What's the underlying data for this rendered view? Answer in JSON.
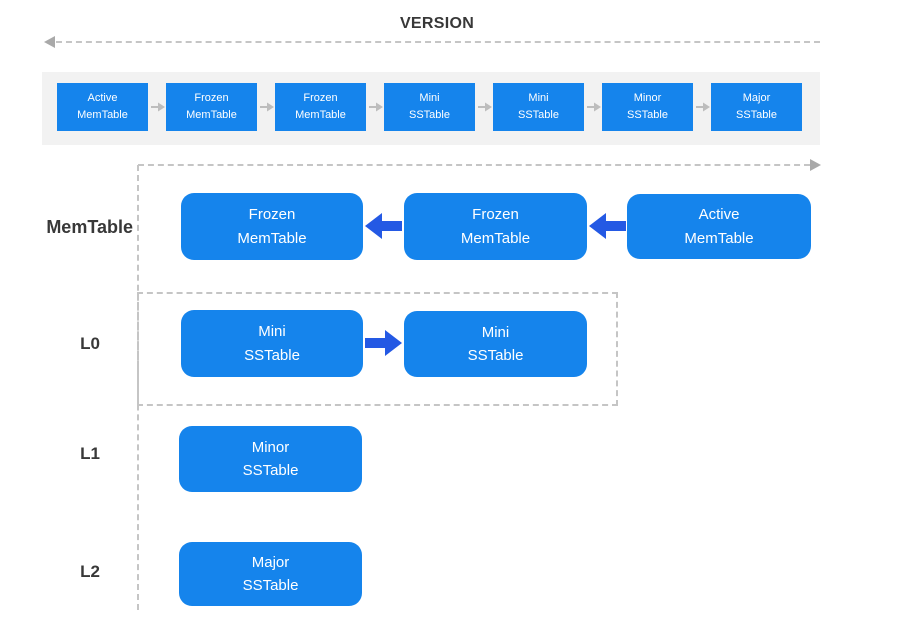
{
  "title": "VERSION",
  "colors": {
    "node_blue": "#1584ec",
    "block_arrow_blue": "#2459e4",
    "band_background": "#f2f2f2",
    "dashed_line_gray": "#c5c5c5",
    "dashed_arrowhead_gray": "#a9a9a9",
    "small_arrow_gray": "#bdbdbd",
    "label_text": "#383838",
    "node_text": "#ffffff"
  },
  "icons": {
    "version_arrowhead": "arrowhead-left-icon",
    "memtable_flow_arrowhead": "arrowhead-right-icon",
    "band_step_arrow": "flow-step-right-arrow-icon",
    "freeze_arrow": "block-arrow-left-icon",
    "compaction_arrow": "block-arrow-right-icon"
  },
  "version_flow": {
    "direction": "right",
    "boxes": [
      {
        "line1": "Active",
        "line2": "MemTable"
      },
      {
        "line1": "Frozen",
        "line2": "MemTable"
      },
      {
        "line1": "Frozen",
        "line2": "MemTable"
      },
      {
        "line1": "Mini",
        "line2": "SSTable"
      },
      {
        "line1": "Mini",
        "line2": "SSTable"
      },
      {
        "line1": "Minor",
        "line2": "SSTable"
      },
      {
        "line1": "Major",
        "line2": "SSTable"
      }
    ]
  },
  "rows": [
    {
      "label": "MemTable",
      "arrow_direction": "left",
      "boxes": [
        {
          "line1": "Frozen",
          "line2": "MemTable"
        },
        {
          "line1": "Frozen",
          "line2": "MemTable"
        },
        {
          "line1": "Active",
          "line2": "MemTable"
        }
      ]
    },
    {
      "label": "L0",
      "arrow_direction": "right",
      "boxes": [
        {
          "line1": "Mini",
          "line2": "SSTable"
        },
        {
          "line1": "Mini",
          "line2": "SSTable"
        }
      ]
    },
    {
      "label": "L1",
      "boxes": [
        {
          "line1": "Minor",
          "line2": "SSTable"
        }
      ]
    },
    {
      "label": "L2",
      "boxes": [
        {
          "line1": "Major",
          "line2": "SSTable"
        }
      ]
    }
  ]
}
